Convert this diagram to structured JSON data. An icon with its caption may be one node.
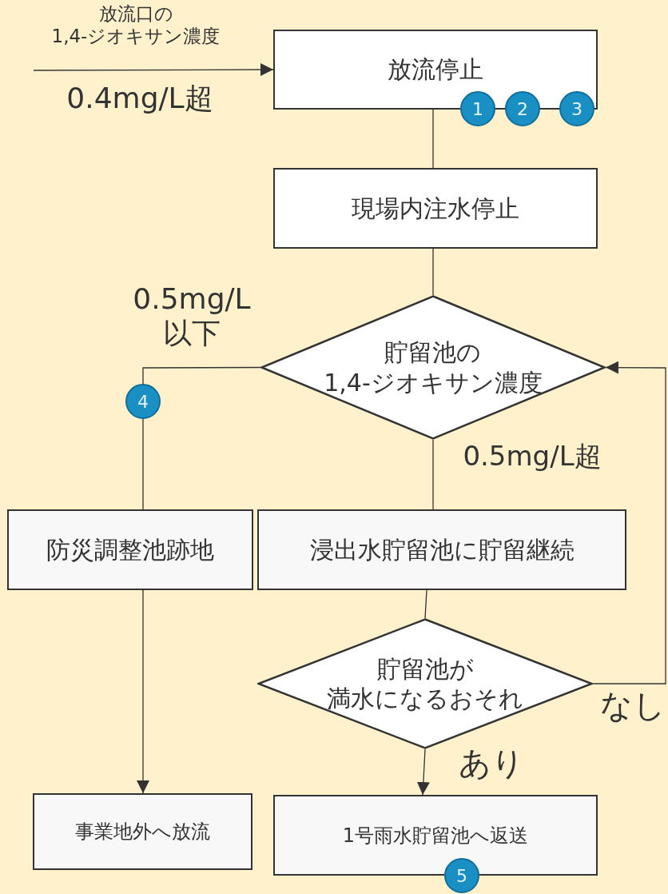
{
  "diagram": {
    "nodes": [
      {
        "text": [
          "放流停止"
        ]
      },
      {
        "text": [
          "現場内注水停止"
        ]
      },
      {
        "text": [
          "貯留池の1,4-ジオキサン濃度"
        ]
      },
      {
        "text": [
          "防災調整池跡地"
        ]
      },
      {
        "text": [
          "浸出水貯留池に貯留継続"
        ]
      },
      {
        "text": [
          "貯留池が満水になるおそれ"
        ]
      },
      {
        "text": [
          "事業地外へ放流"
        ]
      },
      {
        "text": [
          "1号雨水貯留池へ返送"
        ]
      }
    ],
    "edges": [
      {
        "from": null,
        "to": 0,
        "arrow": "to",
        "label": "放流口の1,4-ジオキサン濃度"
      },
      {
        "from": 0,
        "to": 1,
        "arrow": "none"
      },
      {
        "from": 1,
        "to": 2,
        "arrow": "none"
      },
      {
        "from": 2,
        "to": 3,
        "arrow": "none",
        "label": "0.5mg/L以下"
      },
      {
        "from": 2,
        "to": 4,
        "arrow": "none",
        "label": "0.5mg/L超"
      },
      {
        "from": 4,
        "to": 5,
        "arrow": "none"
      },
      {
        "from": 5,
        "to": 7,
        "arrow": "to",
        "label": "あり"
      },
      {
        "from": 3,
        "to": 6,
        "arrow": "to"
      },
      {
        "from": 5,
        "to": 2,
        "arrow": "to",
        "label": "なし"
      }
    ],
    "labels": [
      "0.4mg/L超",
      "1",
      "2",
      "3",
      "4",
      "5"
    ]
  }
}
